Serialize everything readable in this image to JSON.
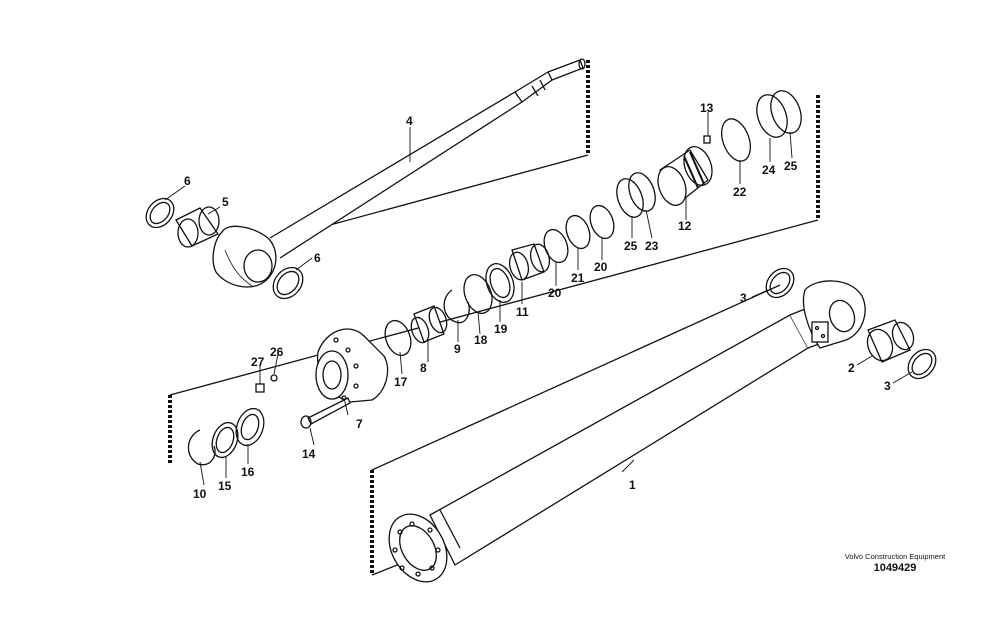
{
  "drawing": {
    "callouts": [
      {
        "id": "c1",
        "text": "1"
      },
      {
        "id": "c2",
        "text": "2"
      },
      {
        "id": "c3a",
        "text": "3"
      },
      {
        "id": "c3b",
        "text": "3"
      },
      {
        "id": "c4",
        "text": "4"
      },
      {
        "id": "c5",
        "text": "5"
      },
      {
        "id": "c6a",
        "text": "6"
      },
      {
        "id": "c6b",
        "text": "6"
      },
      {
        "id": "c7",
        "text": "7"
      },
      {
        "id": "c8",
        "text": "8"
      },
      {
        "id": "c9",
        "text": "9"
      },
      {
        "id": "c10",
        "text": "10"
      },
      {
        "id": "c11",
        "text": "11"
      },
      {
        "id": "c12",
        "text": "12"
      },
      {
        "id": "c13",
        "text": "13"
      },
      {
        "id": "c14",
        "text": "14"
      },
      {
        "id": "c15",
        "text": "15"
      },
      {
        "id": "c16",
        "text": "16"
      },
      {
        "id": "c17",
        "text": "17"
      },
      {
        "id": "c18",
        "text": "18"
      },
      {
        "id": "c19",
        "text": "19"
      },
      {
        "id": "c20a",
        "text": "20"
      },
      {
        "id": "c20b",
        "text": "20"
      },
      {
        "id": "c21",
        "text": "21"
      },
      {
        "id": "c22",
        "text": "22"
      },
      {
        "id": "c23",
        "text": "23"
      },
      {
        "id": "c24",
        "text": "24"
      },
      {
        "id": "c25a",
        "text": "25"
      },
      {
        "id": "c25b",
        "text": "25"
      },
      {
        "id": "c26",
        "text": "26"
      },
      {
        "id": "c27",
        "text": "27"
      }
    ]
  },
  "credit": {
    "company": "Volvo Construction Equipment",
    "drawing_number": "1049429"
  }
}
